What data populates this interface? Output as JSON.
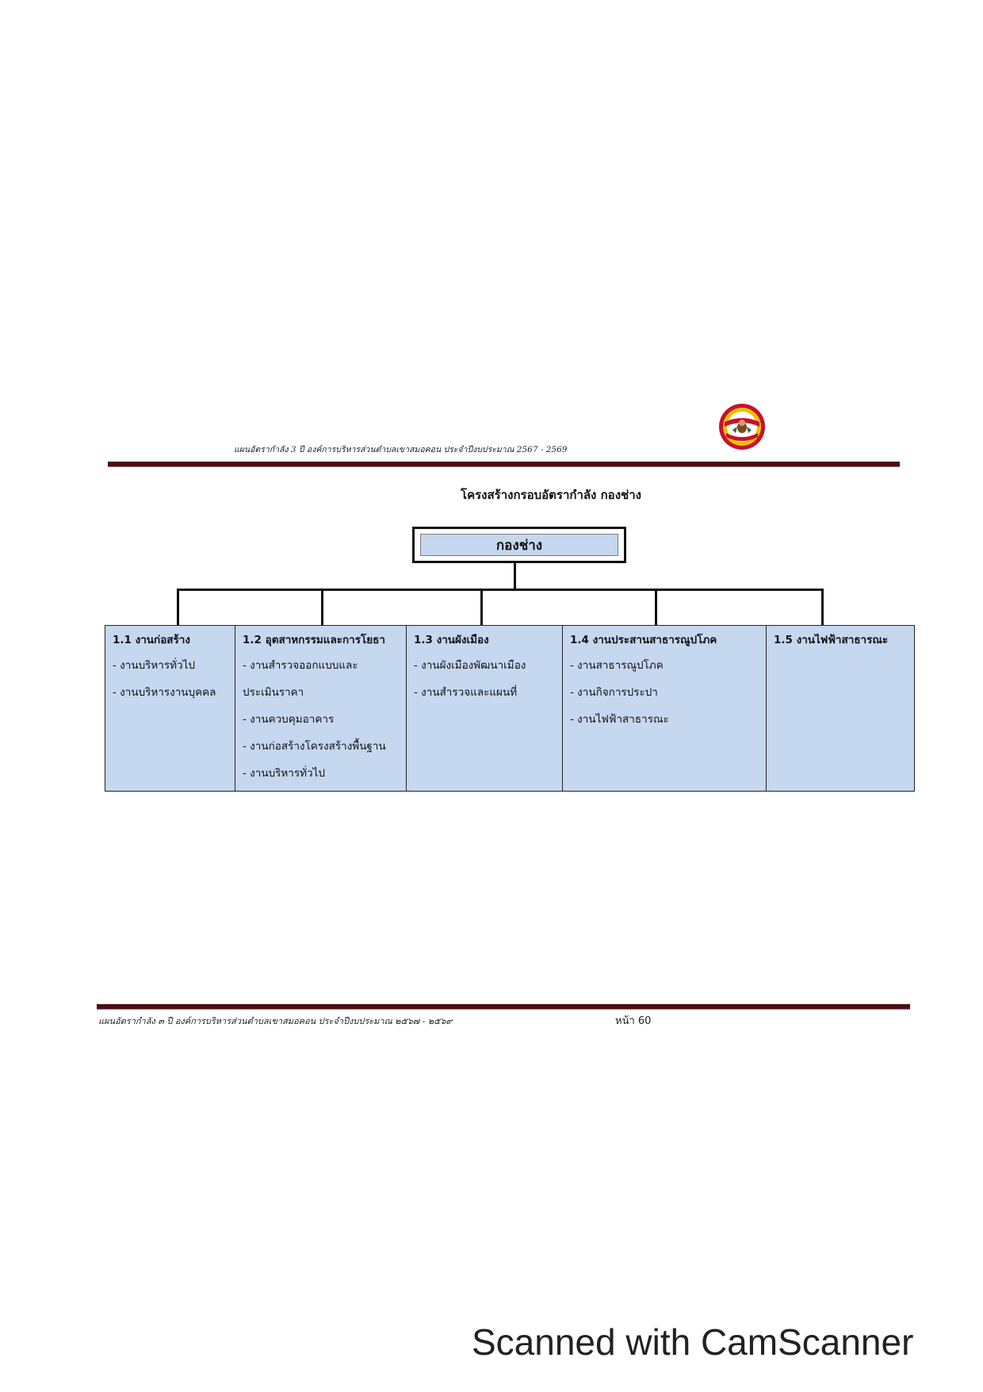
{
  "header": {
    "text": "แผนอัตรากำลัง 3 ปี องค์การบริหารส่วนตำบลเขาสมอคอน  ประจำปีงบประมาณ 2567 - 2569",
    "logo_icon": "organization-seal-logo"
  },
  "title": "โครงสร้างกรอบอัตรากำลัง กองช่าง",
  "org_chart": {
    "root": "กองช่าง",
    "units": [
      {
        "title": "1.1 งานก่อสร้าง",
        "items": [
          "- งานบริหารทั่วไป",
          "- งานบริหารงานบุคคล"
        ]
      },
      {
        "title": "1.2 อุตสาหกรรมและการโยธา",
        "items": [
          "- งานสำรวจออกแบบและ",
          "ประเมินราคา",
          "- งานควบคุมอาคาร",
          "- งานก่อสร้างโครงสร้างพื้นฐาน",
          "- งานบริหารทั่วไป"
        ]
      },
      {
        "title": "1.3 งานผังเมือง",
        "items": [
          "- งานผังเมืองพัฒนาเมือง",
          "- งานสำรวจและแผนที่"
        ]
      },
      {
        "title": "1.4 งานประสานสาธารณูปโภค",
        "items": [
          "- งานสาธารณูปโภค",
          "- งานกิจการประปา",
          "- งานไฟฟ้าสาธารณะ"
        ]
      },
      {
        "title": "1.5 งานไฟฟ้าสาธารณะ",
        "items": []
      }
    ]
  },
  "footer": {
    "text": "แผนอัตรากำลัง ๓ ปี องค์การบริหารส่วนตำบลเขาสมอคอน ประจำปีงบประมาณ ๒๕๖๗ - ๒๕๖๙",
    "page": "หน้า 60"
  },
  "watermark": "Scanned with CamScanner",
  "colors": {
    "box_fill": "#c6d7f0",
    "rule": "#4b0f12",
    "logo_red": "#c8102e",
    "logo_yellow": "#f2c200"
  }
}
